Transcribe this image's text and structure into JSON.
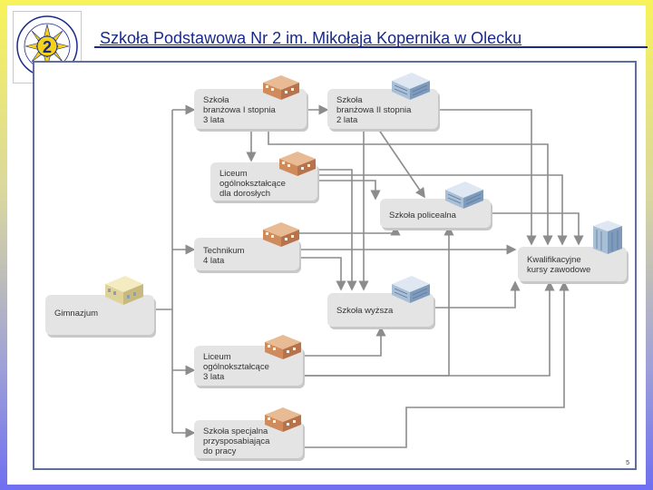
{
  "header": {
    "title": "Szkoła Podstawowa Nr 2 im. Mikołaja Kopernika w Olecku",
    "logo_number": "2"
  },
  "nodes": {
    "gimnazjum": "Gimnazjum",
    "branzowa1": "Szkoła\nbranżowa I stopnia\n3 lata",
    "branzowa2": "Szkoła\nbranżowa II stopnia\n2 lata",
    "liceum_dorosli": "Liceum\nogólnokształcące\ndla dorosłych",
    "policealna": "Szkoła policealna",
    "technikum": "Technikum\n4 lata",
    "kursy": "Kwalifikacyjne\nkursy zawodowe",
    "wyzsza": "Szkoła wyższa",
    "liceum": "Liceum\nogólnokształcące\n3 lata",
    "specjalna": "Szkoła specjalna\nprzysposabiająca\ndo pracy"
  },
  "page_mark": "5",
  "colors": {
    "title": "#1a2a8a",
    "node_fill": "#e4e4e4",
    "arrow": "#8c8c8c",
    "building_warm": "#d8a27a",
    "building_blue": "#9fb6cf"
  }
}
